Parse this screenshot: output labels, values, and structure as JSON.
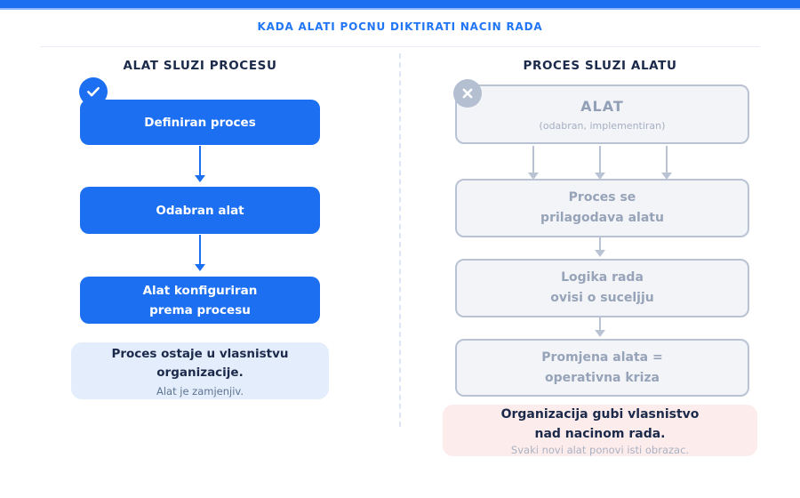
{
  "title": "KADA ALATI POCNU DIKTIRATI NACIN RADA",
  "colors": {
    "accent_blue": "#1d6ff2",
    "title_blue": "#2176f5",
    "navy_text": "#1b2a4a",
    "gray_fill": "#f2f4f8",
    "gray_border": "#b9c3d4",
    "gray_text": "#97a3b8",
    "light_blue_fill": "#e4edfb",
    "pink_fill": "#fdecec"
  },
  "left_column": {
    "heading": "ALAT SLUZI PROCESU",
    "badge": "check",
    "steps": [
      {
        "label": "Definiran proces"
      },
      {
        "label": "Odabran alat"
      },
      {
        "label": "Alat konfiguriran\nprema procesu"
      }
    ],
    "summary": {
      "title": "Proces ostaje u vlasnistvu\norganizacije.",
      "subtitle": "Alat je zamjenjiv."
    }
  },
  "right_column": {
    "heading": "PROCES SLUZI ALATU",
    "badge": "x",
    "source": {
      "title": "ALAT",
      "subtitle": "(odabran, implementiran)"
    },
    "steps": [
      {
        "label": "Proces se\nprilagodava alatu"
      },
      {
        "label": "Logika rada\novisi o suceljju"
      },
      {
        "label": "Promjena alata =\noperativna kriza"
      }
    ],
    "summary": {
      "title": "Organizacija gubi vlasnistvo\nnad nacinom rada.",
      "subtitle": "Svaki novi alat ponovi isti obrazac."
    }
  }
}
